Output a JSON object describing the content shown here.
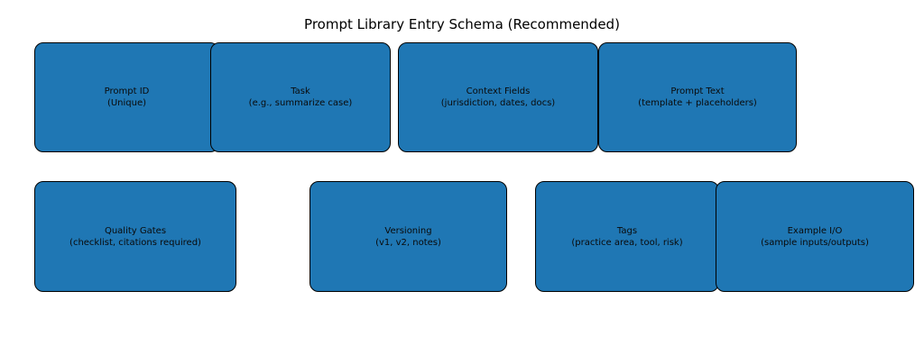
{
  "title": "Prompt Library Entry Schema (Recommended)",
  "colors": {
    "box_fill": "#1f77b4",
    "box_border": "#000000",
    "text": "#0a0a0a",
    "background": "#ffffff"
  },
  "boxes": [
    {
      "name": "prompt-id",
      "line1": "Prompt ID",
      "line2": "(Unique)"
    },
    {
      "name": "task",
      "line1": "Task",
      "line2": "(e.g., summarize case)"
    },
    {
      "name": "context-fields",
      "line1": "Context Fields",
      "line2": "(jurisdiction, dates, docs)"
    },
    {
      "name": "prompt-text",
      "line1": "Prompt Text",
      "line2": "(template + placeholders)"
    },
    {
      "name": "quality-gates",
      "line1": "Quality Gates",
      "line2": "(checklist, citations required)"
    },
    {
      "name": "versioning",
      "line1": "Versioning",
      "line2": "(v1, v2, notes)"
    },
    {
      "name": "tags",
      "line1": "Tags",
      "line2": "(practice area, tool, risk)"
    },
    {
      "name": "example-io",
      "line1": "Example I/O",
      "line2": "(sample inputs/outputs)"
    }
  ]
}
